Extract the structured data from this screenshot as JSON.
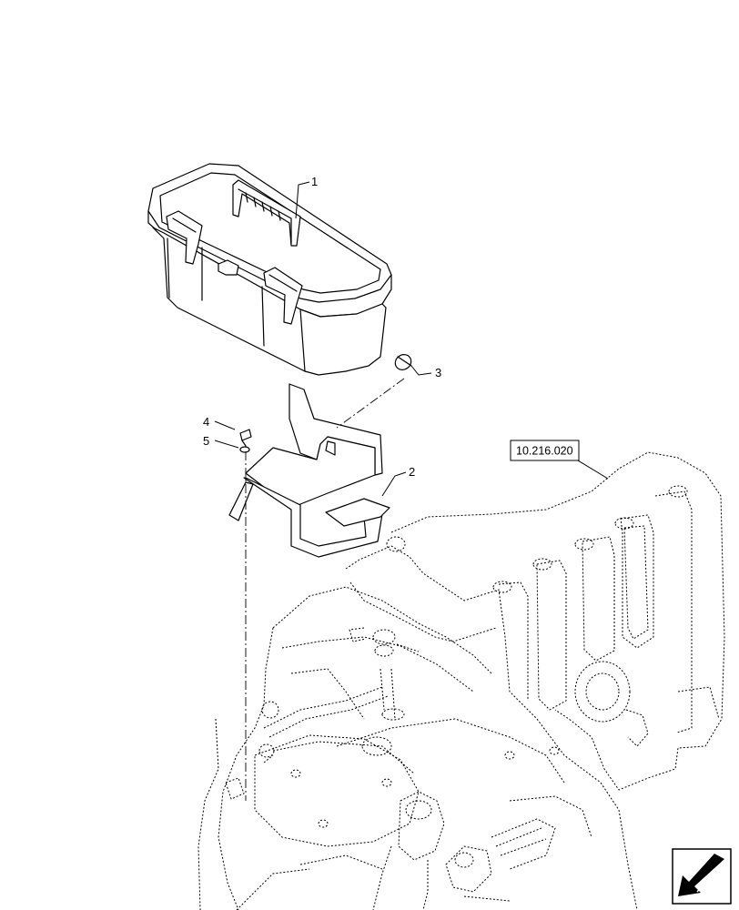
{
  "callouts": {
    "c1": "1",
    "c2": "2",
    "c3": "3",
    "c4": "4",
    "c5": "5"
  },
  "reference": {
    "label": "10.216.020"
  },
  "icons": {
    "nav": "arrow-down-left-icon"
  }
}
